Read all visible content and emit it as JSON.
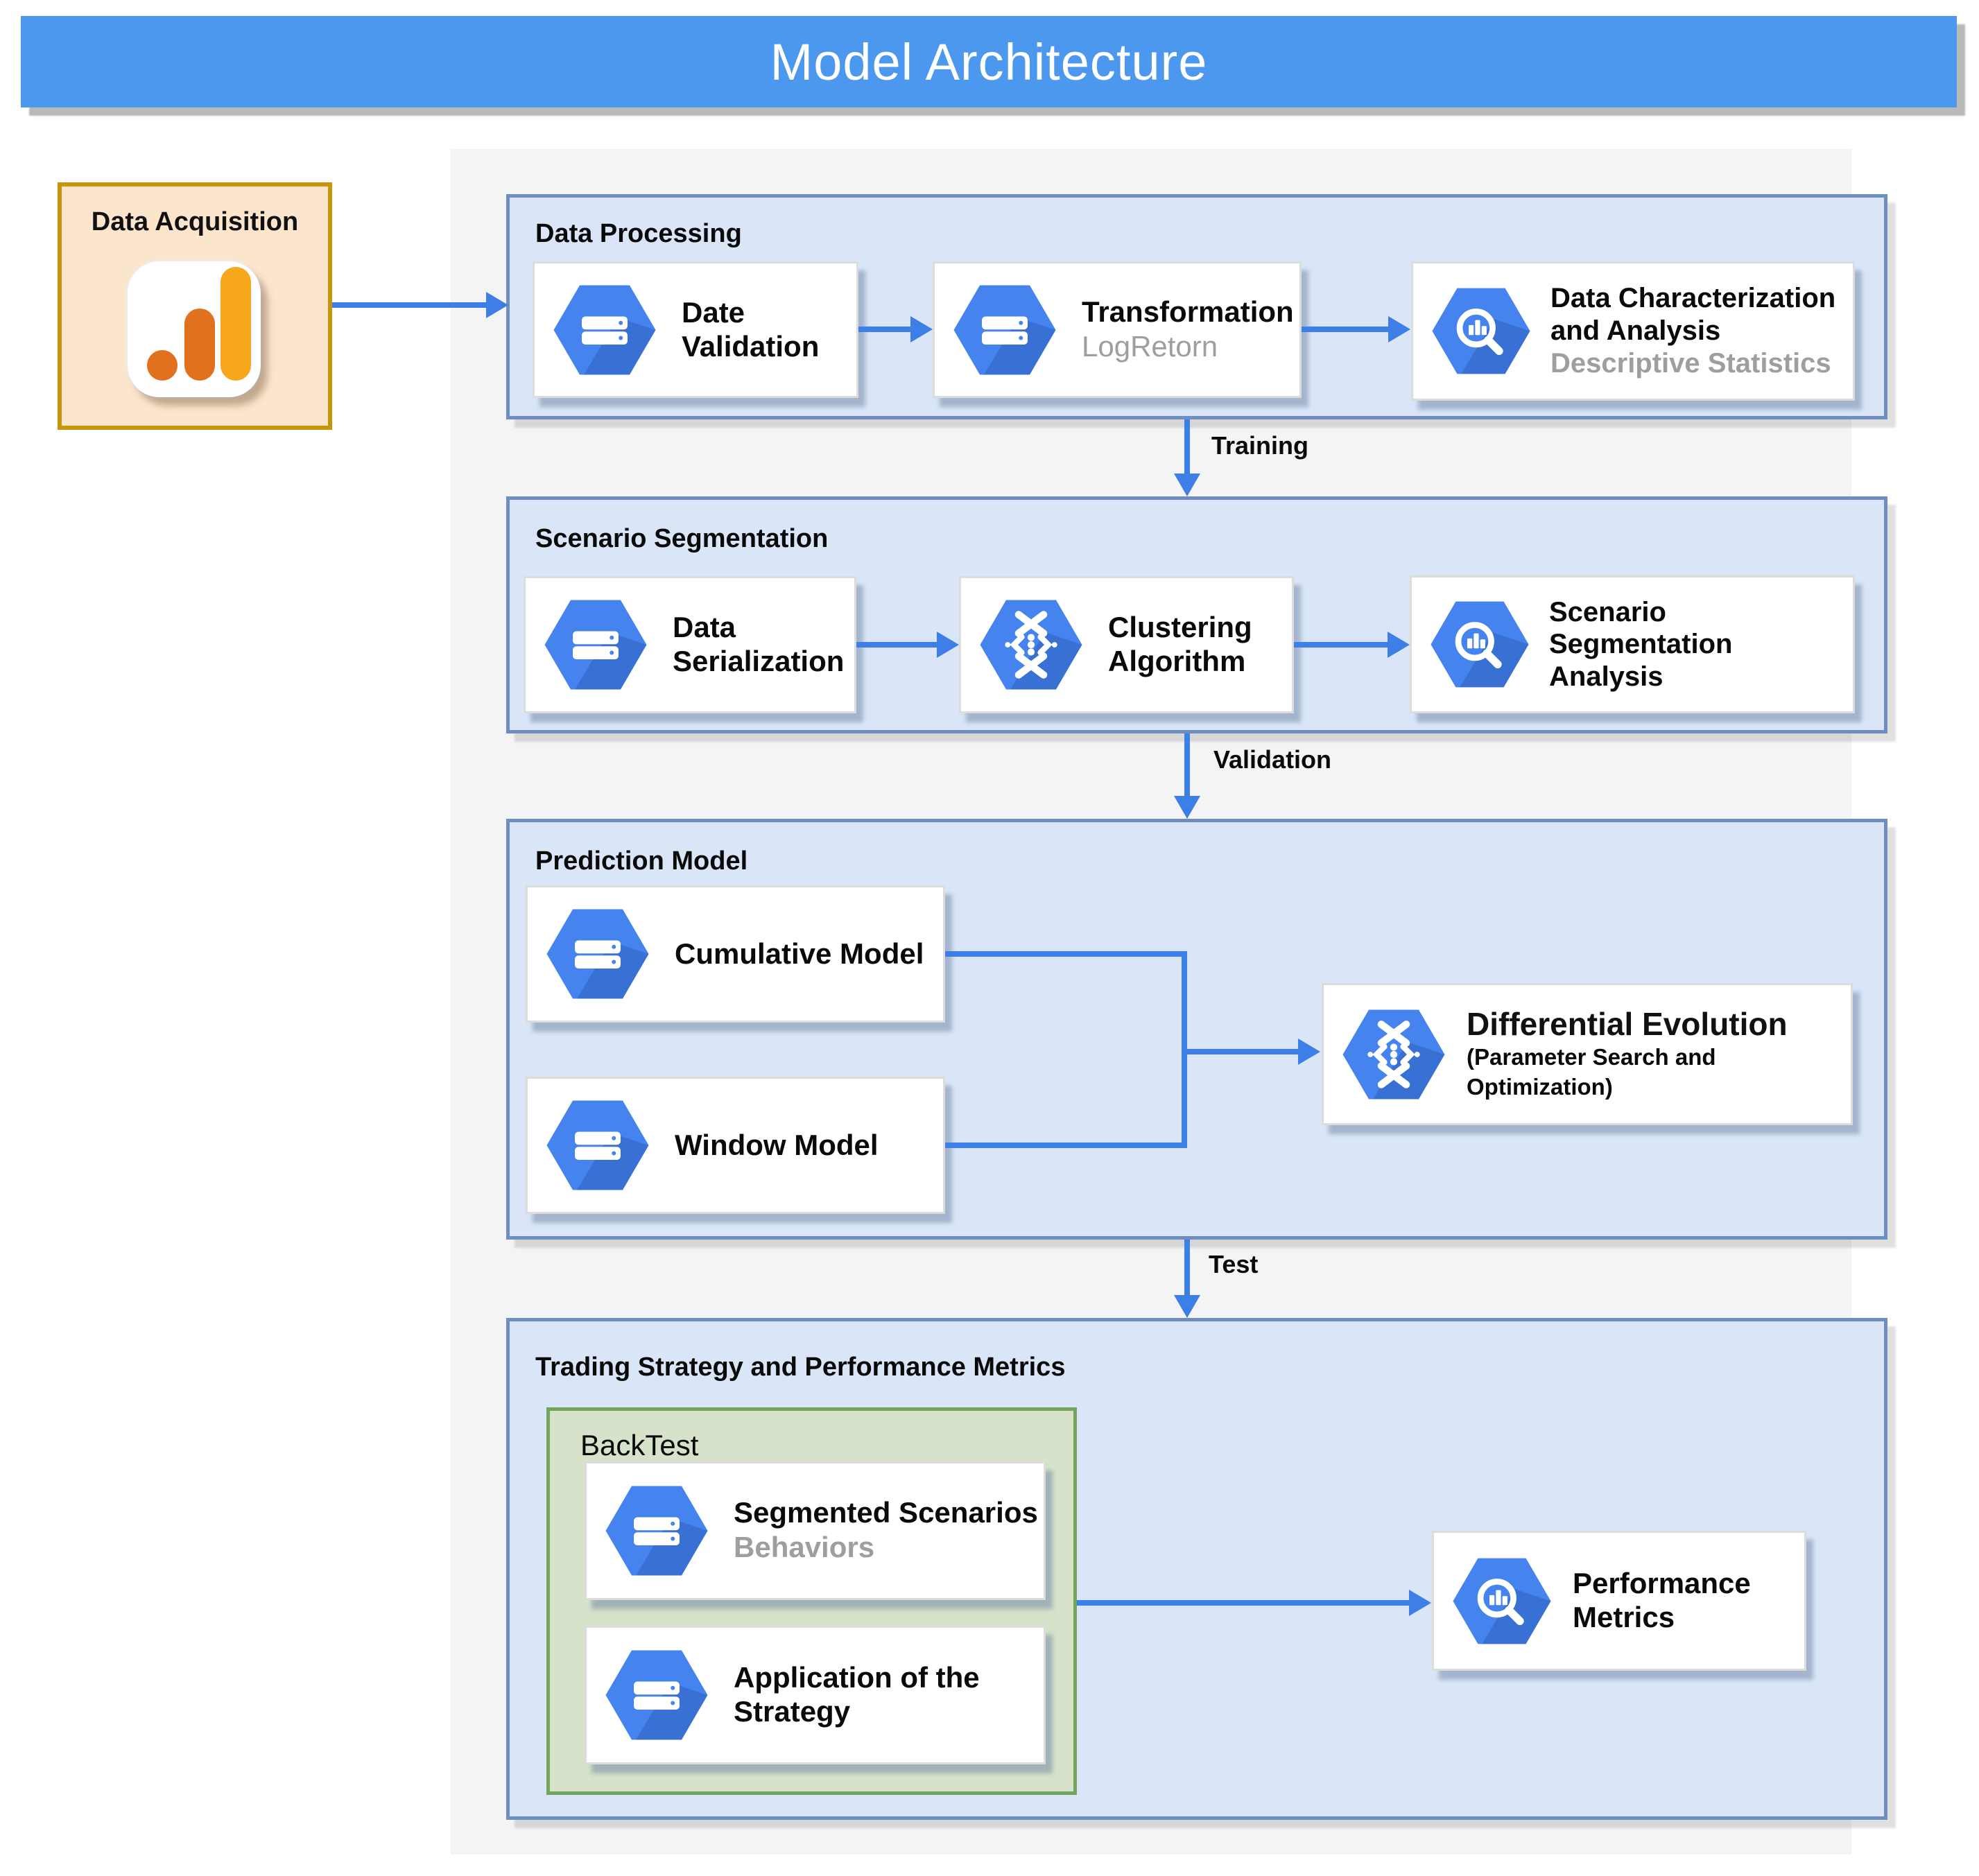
{
  "header": {
    "title": "Model Architecture"
  },
  "acquisition": {
    "label": "Data Acquisition",
    "icon": "analytics-chart-icon"
  },
  "sections": {
    "processing": {
      "label": "Data Processing"
    },
    "segmentation": {
      "label": "Scenario Segmentation"
    },
    "prediction": {
      "label": "Prediction Model"
    },
    "trading": {
      "label": "Trading Strategy and Performance Metrics"
    }
  },
  "backtest": {
    "label": "BackTest"
  },
  "boxes": {
    "date_validation": {
      "title": "Date Validation",
      "icon": "cloud-sql-icon"
    },
    "transformation": {
      "title": "Transformation",
      "subtitle": "LogRetorn",
      "icon": "cloud-sql-icon"
    },
    "data_characterization": {
      "title": "Data Characterization and Analysis",
      "subtitle": "Descriptive Statistics",
      "icon": "bigquery-icon"
    },
    "data_serialization": {
      "title": "Data Serialization",
      "icon": "cloud-sql-icon"
    },
    "clustering": {
      "title": "Clustering Algorithm",
      "icon": "genomics-icon"
    },
    "scenario_analysis": {
      "title": "Scenario Segmentation Analysis",
      "icon": "bigquery-icon"
    },
    "cumulative": {
      "title": "Cumulative Model",
      "icon": "cloud-sql-icon"
    },
    "window": {
      "title": "Window Model",
      "icon": "cloud-sql-icon"
    },
    "diff_evolution": {
      "title": "Differential Evolution",
      "subtitle": "(Parameter Search and Optimization)",
      "icon": "genomics-icon"
    },
    "segmented_scenarios": {
      "title": "Segmented Scenarios",
      "subtitle": "Behaviors",
      "icon": "cloud-sql-icon"
    },
    "application_strategy": {
      "title": "Application of the Strategy",
      "icon": "cloud-sql-icon"
    },
    "performance_metrics": {
      "title": "Performance Metrics",
      "icon": "bigquery-icon"
    }
  },
  "flow_labels": {
    "training": "Training",
    "validation": "Validation",
    "test": "Test"
  },
  "colors": {
    "header_bg": "#4B98EE",
    "header_text": "#FFFFFF",
    "gray_canvas": "#F4F4F5",
    "section_fill": "#DAE6F8",
    "section_border": "#6D8EBF",
    "arrow": "#3E7EE7",
    "hexagon_blue": "#4584EE",
    "subtitle_gray": "#9E9E9E",
    "acquisition_fill": "#FCE5CD",
    "acquisition_border": "#C8940A",
    "backtest_fill": "#D6E3CA",
    "backtest_border": "#74A45A",
    "analytics_orange": "#E1711E",
    "analytics_amber": "#F6A71B"
  }
}
